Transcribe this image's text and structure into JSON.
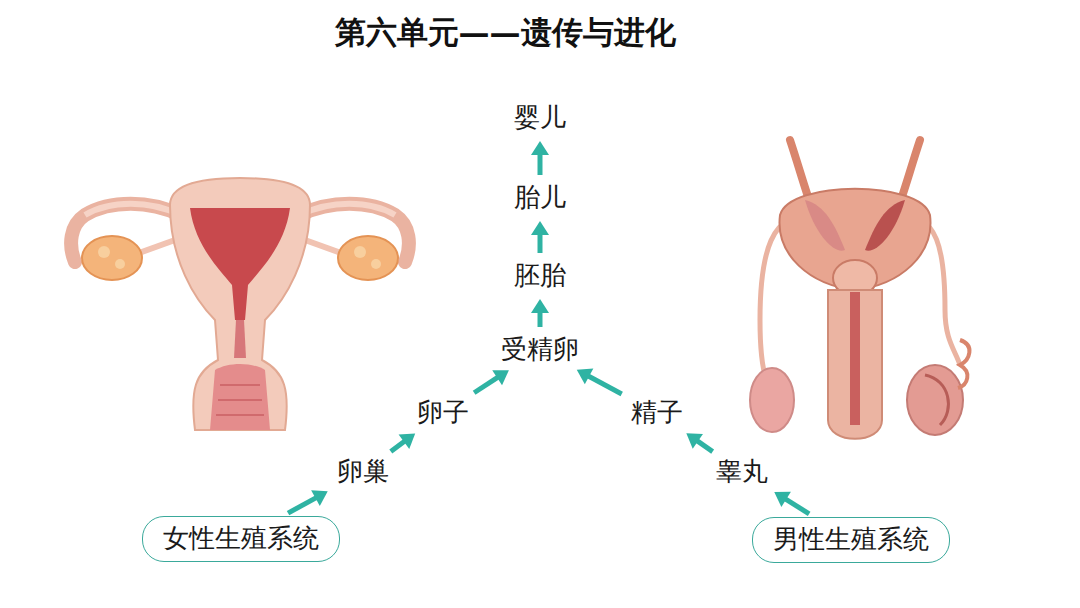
{
  "diagram": {
    "title": "第六单元——遗传与进化",
    "nodes": [
      {
        "text": [
          "婴儿"
        ]
      },
      {
        "text": [
          "胎儿"
        ]
      },
      {
        "text": [
          "胚胎"
        ]
      },
      {
        "text": [
          "受精卵"
        ]
      },
      {
        "text": [
          "卵子"
        ]
      },
      {
        "text": [
          "精子"
        ]
      },
      {
        "text": [
          "卵巢"
        ]
      },
      {
        "text": [
          "睾丸"
        ]
      },
      {
        "text": [
          "女性生殖系统"
        ]
      },
      {
        "text": [
          "男性生殖系统"
        ]
      }
    ],
    "edges": [
      {
        "from": 8,
        "to": 6,
        "arrow": "to"
      },
      {
        "from": 6,
        "to": 4,
        "arrow": "to"
      },
      {
        "from": 4,
        "to": 3,
        "arrow": "to"
      },
      {
        "from": 9,
        "to": 7,
        "arrow": "to"
      },
      {
        "from": 7,
        "to": 5,
        "arrow": "to"
      },
      {
        "from": 5,
        "to": 3,
        "arrow": "to"
      },
      {
        "from": 3,
        "to": 2,
        "arrow": "to"
      },
      {
        "from": 2,
        "to": 1,
        "arrow": "to"
      },
      {
        "from": 1,
        "to": 0,
        "arrow": "to"
      }
    ]
  }
}
